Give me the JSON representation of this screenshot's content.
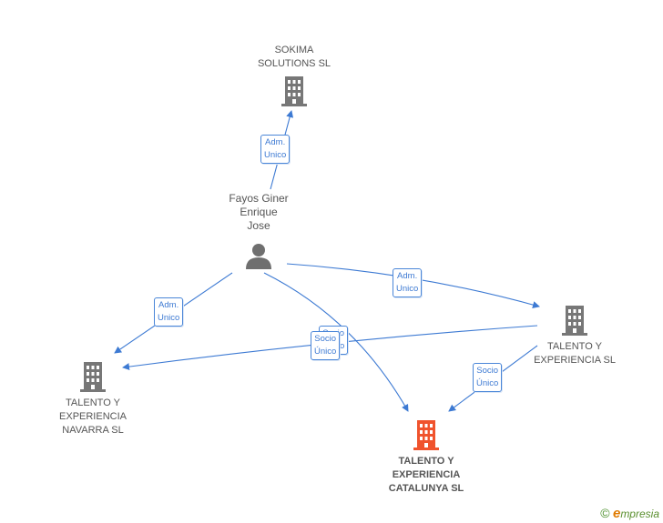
{
  "nodes": {
    "sokima": {
      "line1": "SOKIMA",
      "line2": "SOLUTIONS SL"
    },
    "person": {
      "line1": "Fayos Giner",
      "line2": "Enrique",
      "line3": "Jose"
    },
    "talento_sl": {
      "line1": "TALENTO Y",
      "line2": "EXPERIENCIA SL"
    },
    "navarra": {
      "line1": "TALENTO Y",
      "line2": "EXPERIENCIA",
      "line3": "NAVARRA SL"
    },
    "catalunya": {
      "line1": "TALENTO Y",
      "line2": "EXPERIENCIA",
      "line3": "CATALUNYA SL"
    }
  },
  "edges": {
    "to_sokima": {
      "line1": "Adm.",
      "line2": "Unico"
    },
    "to_talento_sl": {
      "line1": "Adm.",
      "line2": "Unico"
    },
    "to_navarra": {
      "line1": "Adm.",
      "line2": "Unico"
    },
    "to_catalunya_back": {
      "line1": "Socio",
      "line2": "Único"
    },
    "to_catalunya_front": {
      "line1": "Socio",
      "line2": "Único"
    },
    "talento_to_catalunya": {
      "line1": "Socio",
      "line2": "Único"
    }
  },
  "colors": {
    "edge": "#3d7ad3",
    "building": "#777777",
    "building_highlight": "#f0532d",
    "person": "#6f6f6f"
  },
  "footer": {
    "copyright": "©",
    "brand_first": "e",
    "brand_rest": "mpresia"
  }
}
